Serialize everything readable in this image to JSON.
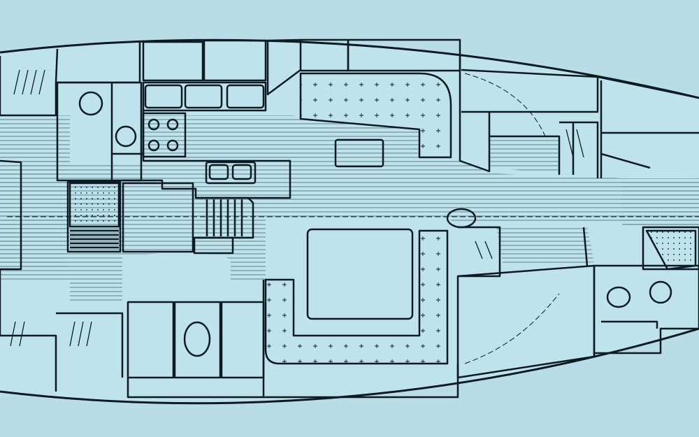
{
  "colors": {
    "background": "#b9dde6",
    "line": "#0c1a24",
    "fill": "#bfe3ec",
    "hatch": "#56707c"
  },
  "plan": {
    "rooms": [
      {
        "name": "aft-cabin-starboard"
      },
      {
        "name": "aft-cabin-port"
      },
      {
        "name": "aft-head"
      },
      {
        "name": "galley"
      },
      {
        "name": "nav-station"
      },
      {
        "name": "saloon-settee-starboard"
      },
      {
        "name": "saloon-settee-port"
      },
      {
        "name": "saloon-table"
      },
      {
        "name": "forward-cabin-starboard"
      },
      {
        "name": "forward-cabin-port"
      },
      {
        "name": "forward-head"
      },
      {
        "name": "companionway-steps"
      }
    ]
  }
}
